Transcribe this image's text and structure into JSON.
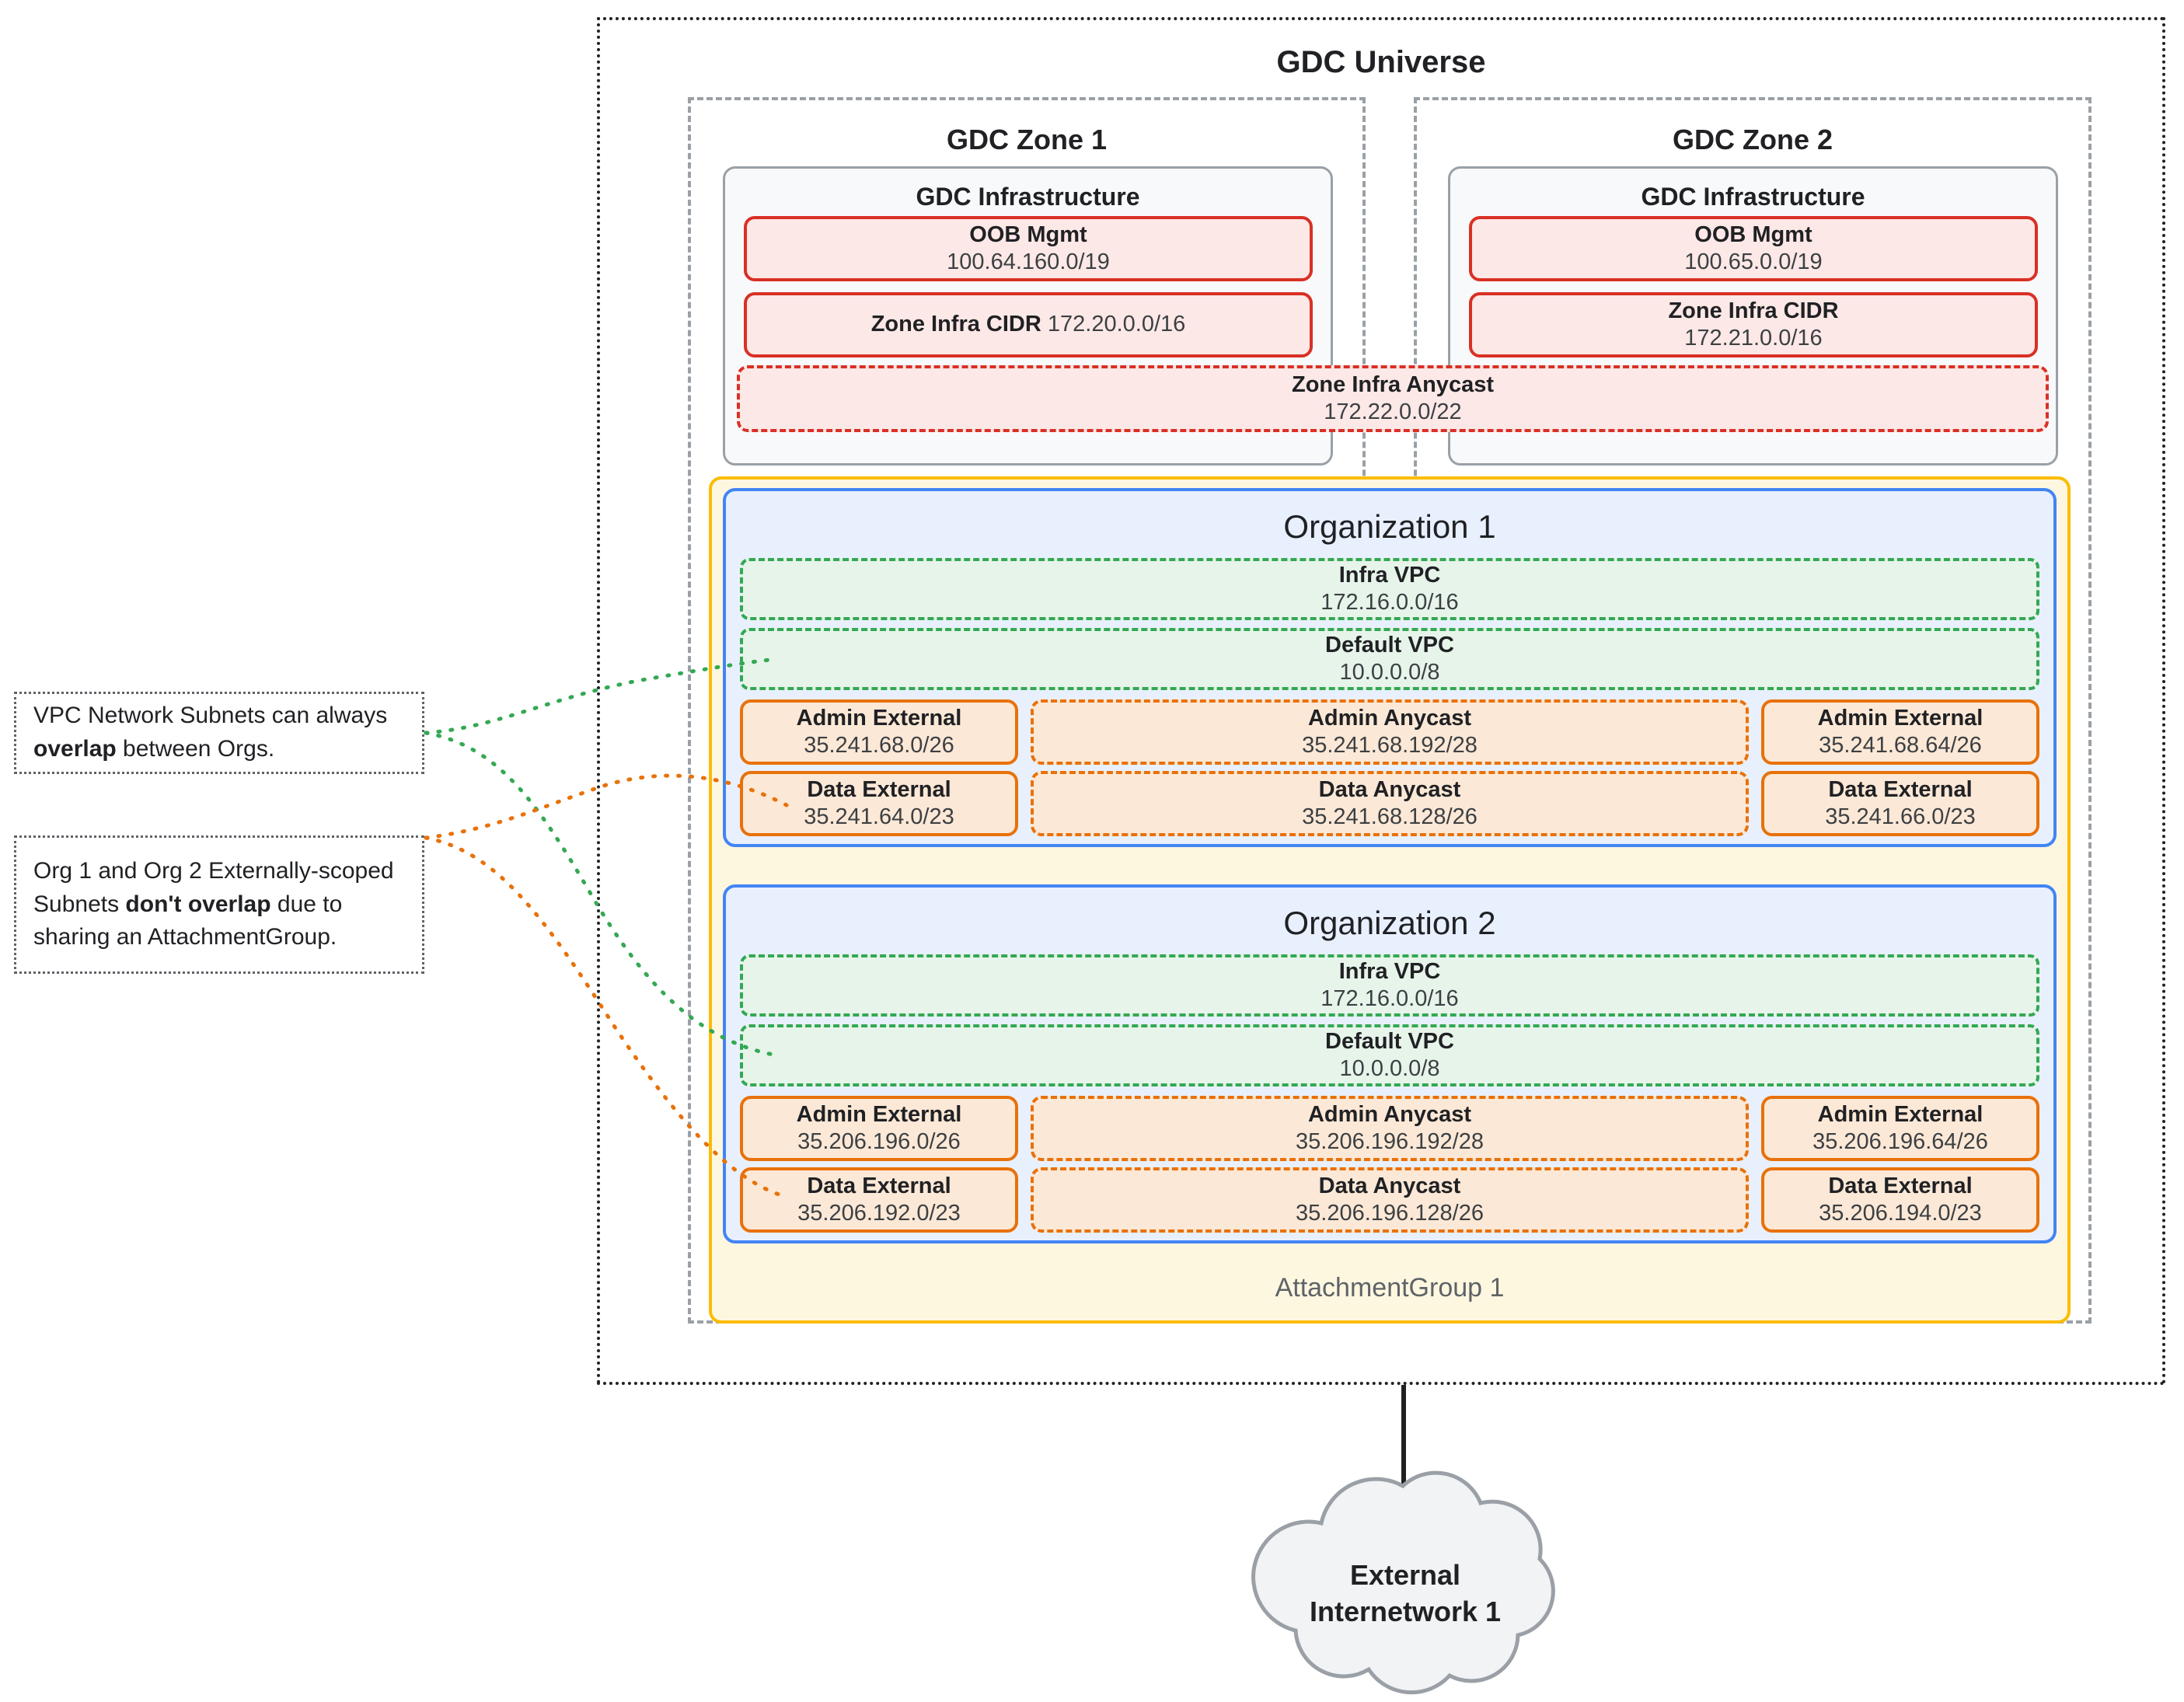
{
  "universe": {
    "title": "GDC Universe"
  },
  "zones": [
    {
      "title": "GDC Zone 1",
      "infra_title": "GDC Infrastructure",
      "oob": {
        "title": "OOB Mgmt",
        "cidr": "100.64.160.0/19"
      },
      "zone_infra_cidr": {
        "title": "Zone Infra CIDR",
        "cidr": "172.20.0.0/16",
        "layout": "inline"
      }
    },
    {
      "title": "GDC Zone 2",
      "infra_title": "GDC Infrastructure",
      "oob": {
        "title": "OOB Mgmt",
        "cidr": "100.65.0.0/19"
      },
      "zone_infra_cidr": {
        "title": "Zone Infra CIDR",
        "cidr": "172.21.0.0/16",
        "layout": "stacked"
      }
    }
  ],
  "zone_infra_anycast": {
    "title": "Zone Infra Anycast",
    "cidr": "172.22.0.0/22"
  },
  "attachment_group": {
    "label": "AttachmentGroup 1"
  },
  "organizations": [
    {
      "title": "Organization 1",
      "infra_vpc": {
        "title": "Infra VPC",
        "cidr": "172.16.0.0/16"
      },
      "default_vpc": {
        "title": "Default VPC",
        "cidr": "10.0.0.0/8"
      },
      "admin_external_left": {
        "title": "Admin External",
        "cidr": "35.241.68.0/26"
      },
      "admin_anycast": {
        "title": "Admin Anycast",
        "cidr": "35.241.68.192/28"
      },
      "admin_external_right": {
        "title": "Admin External",
        "cidr": "35.241.68.64/26"
      },
      "data_external_left": {
        "title": "Data External",
        "cidr": "35.241.64.0/23"
      },
      "data_anycast": {
        "title": "Data Anycast",
        "cidr": "35.241.68.128/26"
      },
      "data_external_right": {
        "title": "Data External",
        "cidr": "35.241.66.0/23"
      }
    },
    {
      "title": "Organization 2",
      "infra_vpc": {
        "title": "Infra VPC",
        "cidr": "172.16.0.0/16"
      },
      "default_vpc": {
        "title": "Default VPC",
        "cidr": "10.0.0.0/8"
      },
      "admin_external_left": {
        "title": "Admin External",
        "cidr": "35.206.196.0/26"
      },
      "admin_anycast": {
        "title": "Admin Anycast",
        "cidr": "35.206.196.192/28"
      },
      "admin_external_right": {
        "title": "Admin External",
        "cidr": "35.206.196.64/26"
      },
      "data_external_left": {
        "title": "Data External",
        "cidr": "35.206.192.0/23"
      },
      "data_anycast": {
        "title": "Data Anycast",
        "cidr": "35.206.196.128/26"
      },
      "data_external_right": {
        "title": "Data External",
        "cidr": "35.206.194.0/23"
      }
    }
  ],
  "notes": [
    {
      "id": "vpc-overlap-note",
      "parts": [
        {
          "text": "VPC Network Subnets can always ",
          "bold": false
        },
        {
          "text": "overlap",
          "bold": true
        },
        {
          "text": " between Orgs.",
          "bold": false
        }
      ]
    },
    {
      "id": "external-scope-note",
      "parts": [
        {
          "text": "Org 1 and Org 2 Externally-scoped Subnets ",
          "bold": false
        },
        {
          "text": "don't overlap",
          "bold": true
        },
        {
          "text": " due to sharing an AttachmentGroup.",
          "bold": false
        }
      ]
    }
  ],
  "external_network": {
    "label_line1": "External",
    "label_line2": "Internetwork 1"
  },
  "colors": {
    "universe_border": "#202124",
    "zone_border": "#9aa0a6",
    "infra_border": "#9aa0a6",
    "infra_fill": "#f8f9fa",
    "red_border": "#d93025",
    "red_fill": "#fce8e6",
    "org_border": "#4285f4",
    "org_fill": "#e8f0fe",
    "vpc_border": "#34a853",
    "vpc_fill": "#e6f4ea",
    "subnet_border": "#e8710a",
    "subnet_fill": "#fce8d6",
    "attachgroup_border": "#fbbc04",
    "attachgroup_fill": "#fef7e0",
    "cloud_border": "#9aa0a6",
    "cloud_fill": "#f1f3f4"
  }
}
